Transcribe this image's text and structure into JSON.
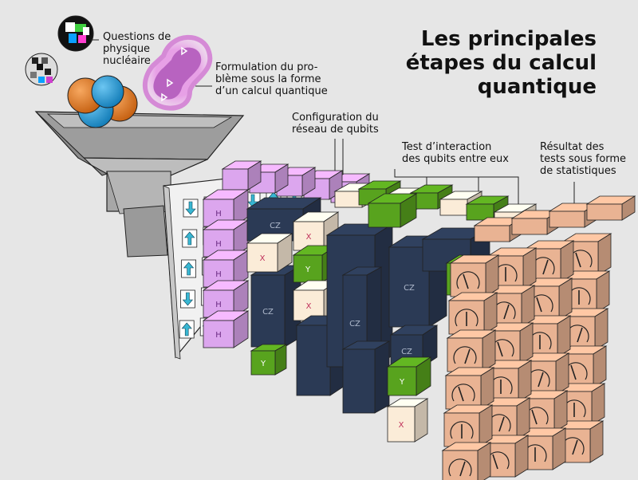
{
  "title": {
    "line1": "Les principales",
    "line2": "étapes du calcul",
    "line3": "quantique"
  },
  "labels": {
    "physics": {
      "line1": "Questions de",
      "line2": "physique",
      "line3": "nucléaire"
    },
    "formulation": {
      "line1": "Formulation du pro-",
      "line2": "blème sous la forme",
      "line3": "d’un calcul quantique"
    },
    "configuration": {
      "line1": "Configuration du",
      "line2": "réseau de qubits"
    },
    "test": {
      "line1": "Test d’interaction",
      "line2": "des qubits entre eux"
    },
    "result": {
      "line1": "Résultat des",
      "line2": "tests sous forme",
      "line3": "de statistiques"
    }
  },
  "gates": {
    "h": "H",
    "x": "X",
    "y": "Y",
    "cz": "CZ"
  },
  "colors": {
    "background": "#e6e6e6",
    "funnel": "#9a9a9a",
    "hadamard": "#dca6ee",
    "cz_block": "#2b3a55",
    "x_gate": "#fbecd8",
    "y_gate": "#58a31e",
    "measurement": "#e9b393",
    "orange_sphere": "#e0781f",
    "blue_sphere": "#1f9ad6",
    "molecule": "#c678cc"
  }
}
